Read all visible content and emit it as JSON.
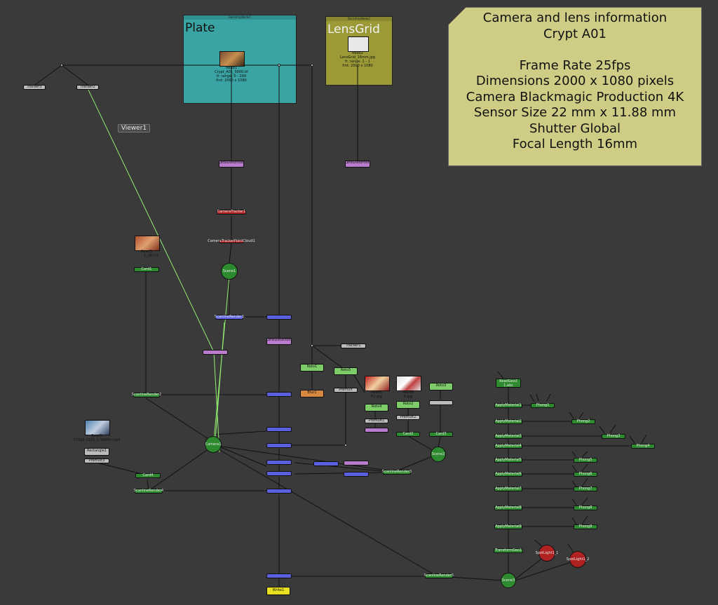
{
  "backdrops": [
    {
      "id": "bd1",
      "title": "BackdropNode1",
      "label": "Plate",
      "color": "#3aa3a3"
    },
    {
      "id": "bd2",
      "title": "BackdropNode2",
      "label": "LensGrid",
      "color": "#9b9a36"
    }
  ],
  "sticky_lines": [
    "Camera and lens information",
    "Crypt A01",
    "",
    "Frame Rate 25fps",
    "Dimensions 2000 x 1080 pixels",
    "Camera Blackmagic Production 4K",
    "Sensor Size 22 mm x 11.88 mm",
    "Shutter Global",
    "Focal Length 16mm"
  ],
  "viewer_label": "Viewer1",
  "read_nodes": {
    "read1": {
      "name": "Read1",
      "l1": "Crypt_A01_0000.tif",
      "l2": "fr. range: 0 - 299",
      "l3": "fmt: 2000 x 1080"
    },
    "read2": {
      "name": "Read2",
      "l1": "LensGrid_16mm.jpg",
      "l2": "fr. range: 1 - 1",
      "l3": "fmt: 2000 x 1080"
    },
    "read3": {
      "name": "Read3",
      "l1": "1_16).tif"
    },
    "read5": {
      "name": "Read5",
      "l1": "271b9-1325_1-3000fr.mp4"
    },
    "read6": {
      "name": "Read6",
      "l1": "E2.jpg"
    },
    "read8": {
      "name": "Read8",
      "l1": "8.jpg"
    },
    "readgeo": {
      "name": "ReadGeo2",
      "l1": "1.abc"
    }
  },
  "node_labels": {
    "tracker3": "Tracker3",
    "tracker2": "Tracker2",
    "tracker1": "Tracker1",
    "lensdist1": "LensDistortion",
    "lensdist2": "LensDistortion",
    "lensdist3": "LensDistortion",
    "cameratracker": "CameraTracker1",
    "pointcloud": "CameraTrackerPointCloud1",
    "scene1": "Scene1",
    "scene2": "Scene2",
    "scene3": "Scene3",
    "card1": "Card1",
    "card2": "Card2",
    "card3": "Card3",
    "card4": "Card4",
    "scanline1": "ScanlineRender1",
    "scanline2": "ScanlineRender2",
    "scanline3": "ScanlineRender3",
    "scanline4": "ScanlineRender4",
    "scanline5": "ScanlineRender5",
    "camera1": "Camera1",
    "roto1": "Roto1",
    "roto2": "Roto2",
    "roto3": "Roto3",
    "roto4": "Roto4",
    "roto5": "Roto5",
    "blur1": "Blur1",
    "premult": "Premult",
    "premult1": "Premult1",
    "premult2": "Premult2",
    "premult3": "Premult3",
    "rectangle1": "Rectangle1",
    "write1": "Write1",
    "transformgeo1": "TransformGeo1",
    "spotlight1": "SpotLight1_1",
    "spotlight2": "SpotLight1_2"
  },
  "apply_materials": [
    "ApplyMaterial1",
    "ApplyMaterial2",
    "ApplyMaterial3",
    "ApplyMaterial4",
    "ApplyMaterial5",
    "ApplyMaterial6",
    "ApplyMaterial7",
    "ApplyMaterial8",
    "ApplyMaterial9"
  ],
  "phongs": [
    "Phong1",
    "Phong2",
    "Phong3",
    "Phong4",
    "Phong5",
    "Phong6",
    "Phong7",
    "Phong8",
    "Phong9"
  ],
  "colors": {
    "background": "#3a3a3a",
    "wire": "#111111",
    "highlight_wire": "#90ee70",
    "node_green": "#2e8a2e",
    "node_blue": "#5a60e0",
    "node_purple": "#b97bcc",
    "node_red": "#b02222",
    "node_gray": "#bbbbbb",
    "sticky": "#cfcd85"
  }
}
